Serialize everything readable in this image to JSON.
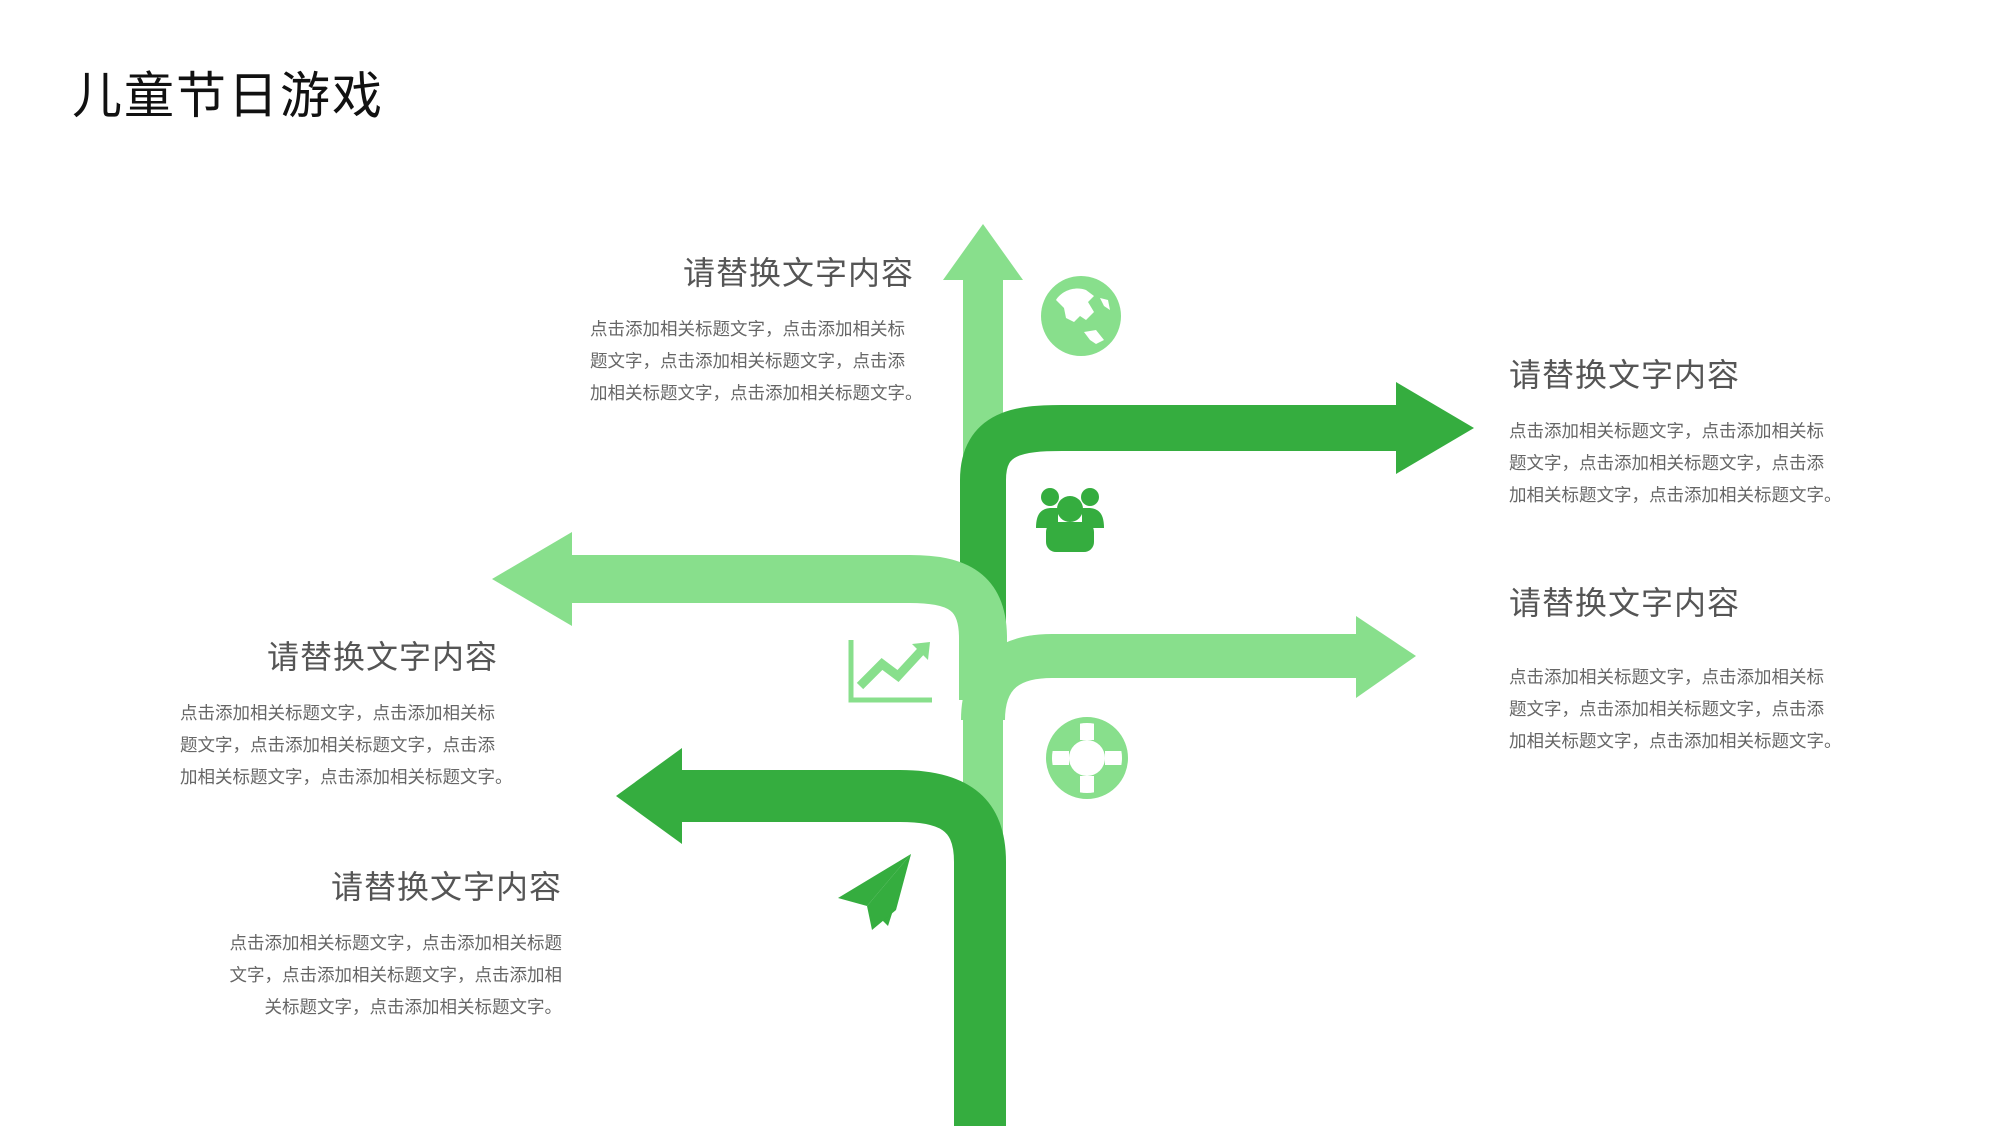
{
  "title": "儿童节日游戏",
  "colors": {
    "light_green": "#88df8c",
    "dark_green": "#35ad3f",
    "heading": "#555555",
    "body": "#666666"
  },
  "blocks": [
    {
      "id": "top-center",
      "heading": "请替换文字内容",
      "lines": [
        "点击添加相关标题文字，点击添加相关标",
        "题文字，点击添加相关标题文字，点击添",
        "加相关标题文字，点击添加相关标题文字。"
      ]
    },
    {
      "id": "right-top",
      "heading": "请替换文字内容",
      "lines": [
        "点击添加相关标题文字，点击添加相关标",
        "题文字，点击添加相关标题文字，点击添",
        "加相关标题文字，点击添加相关标题文字。"
      ]
    },
    {
      "id": "right-bottom",
      "heading": "请替换文字内容",
      "lines": [
        "点击添加相关标题文字，点击添加相关标",
        "题文字，点击添加相关标题文字，点击添",
        "加相关标题文字，点击添加相关标题文字。"
      ]
    },
    {
      "id": "left-middle",
      "heading": "请替换文字内容",
      "lines": [
        "点击添加相关标题文字，点击添加相关标",
        "题文字，点击添加相关标题文字，点击添",
        "加相关标题文字，点击添加相关标题文字。"
      ]
    },
    {
      "id": "left-bottom",
      "heading": "请替换文字内容",
      "lines": [
        "点击添加相关标题文字，点击添加相关标题",
        "文字，点击添加相关标题文字，点击添加相",
        "关标题文字，点击添加相关标题文字。"
      ]
    }
  ],
  "icons": [
    "globe-icon",
    "group-icon",
    "growth-chart-icon",
    "lifebuoy-icon",
    "paper-plane-icon"
  ]
}
